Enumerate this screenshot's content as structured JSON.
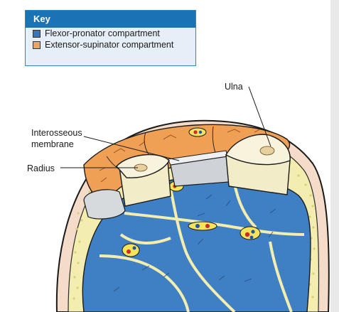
{
  "key": {
    "title": "Key",
    "items": [
      {
        "label": "Flexor-pronator compartment",
        "color": "#3478be"
      },
      {
        "label": "Extensor-supinator compartment",
        "color": "#f2a35a"
      }
    ]
  },
  "labels": {
    "ulna": "Ulna",
    "interosseous_line1": "Interosseous",
    "interosseous_line2": "membrane",
    "radius": "Radius"
  },
  "colors": {
    "flexor": "#3f7fc4",
    "extensor": "#f0a055",
    "fat": "#f3edb0",
    "skin": "#f4dcc8",
    "bone": "#f3ecc9",
    "membrane": "#cfd3d8"
  }
}
